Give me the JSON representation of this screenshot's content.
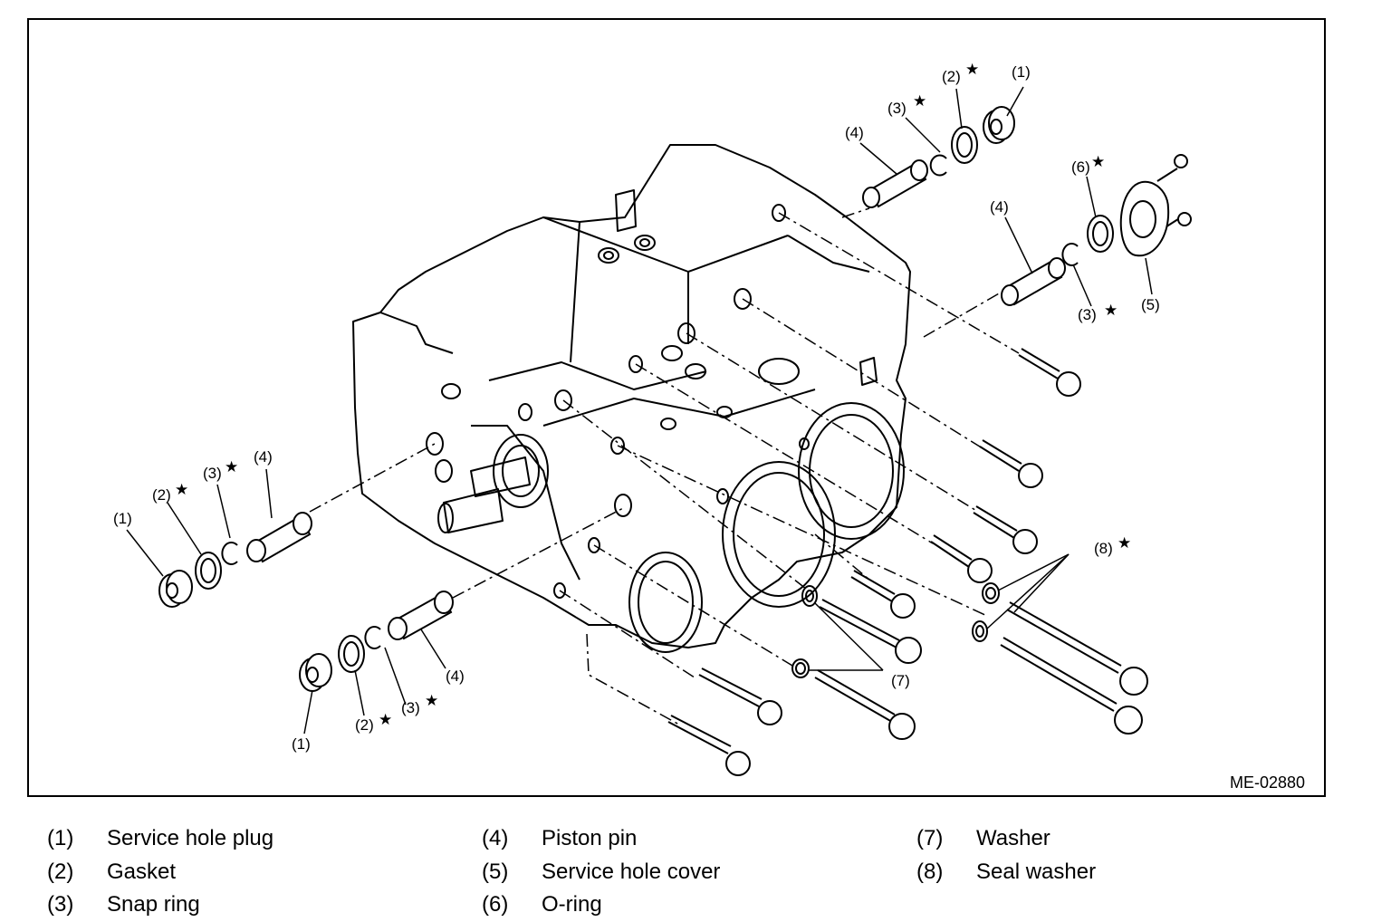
{
  "figure_code": "ME-02880",
  "star_glyph": "★",
  "callouts": [
    {
      "id": "c1",
      "text": "(1)"
    },
    {
      "id": "c2",
      "text": "(2)"
    },
    {
      "id": "c3",
      "text": "(3)"
    },
    {
      "id": "c4",
      "text": "(4)"
    },
    {
      "id": "c5",
      "text": "(5)"
    },
    {
      "id": "c6",
      "text": "(6)"
    },
    {
      "id": "c7",
      "text": "(7)"
    },
    {
      "id": "c8",
      "text": "(8)"
    }
  ],
  "legend": [
    {
      "num": "(1)",
      "label": "Service hole plug"
    },
    {
      "num": "(2)",
      "label": "Gasket"
    },
    {
      "num": "(3)",
      "label": "Snap ring"
    },
    {
      "num": "(4)",
      "label": "Piston pin"
    },
    {
      "num": "(5)",
      "label": "Service hole cover"
    },
    {
      "num": "(6)",
      "label": "O-ring"
    },
    {
      "num": "(7)",
      "label": "Washer"
    },
    {
      "num": "(8)",
      "label": "Seal washer"
    }
  ]
}
